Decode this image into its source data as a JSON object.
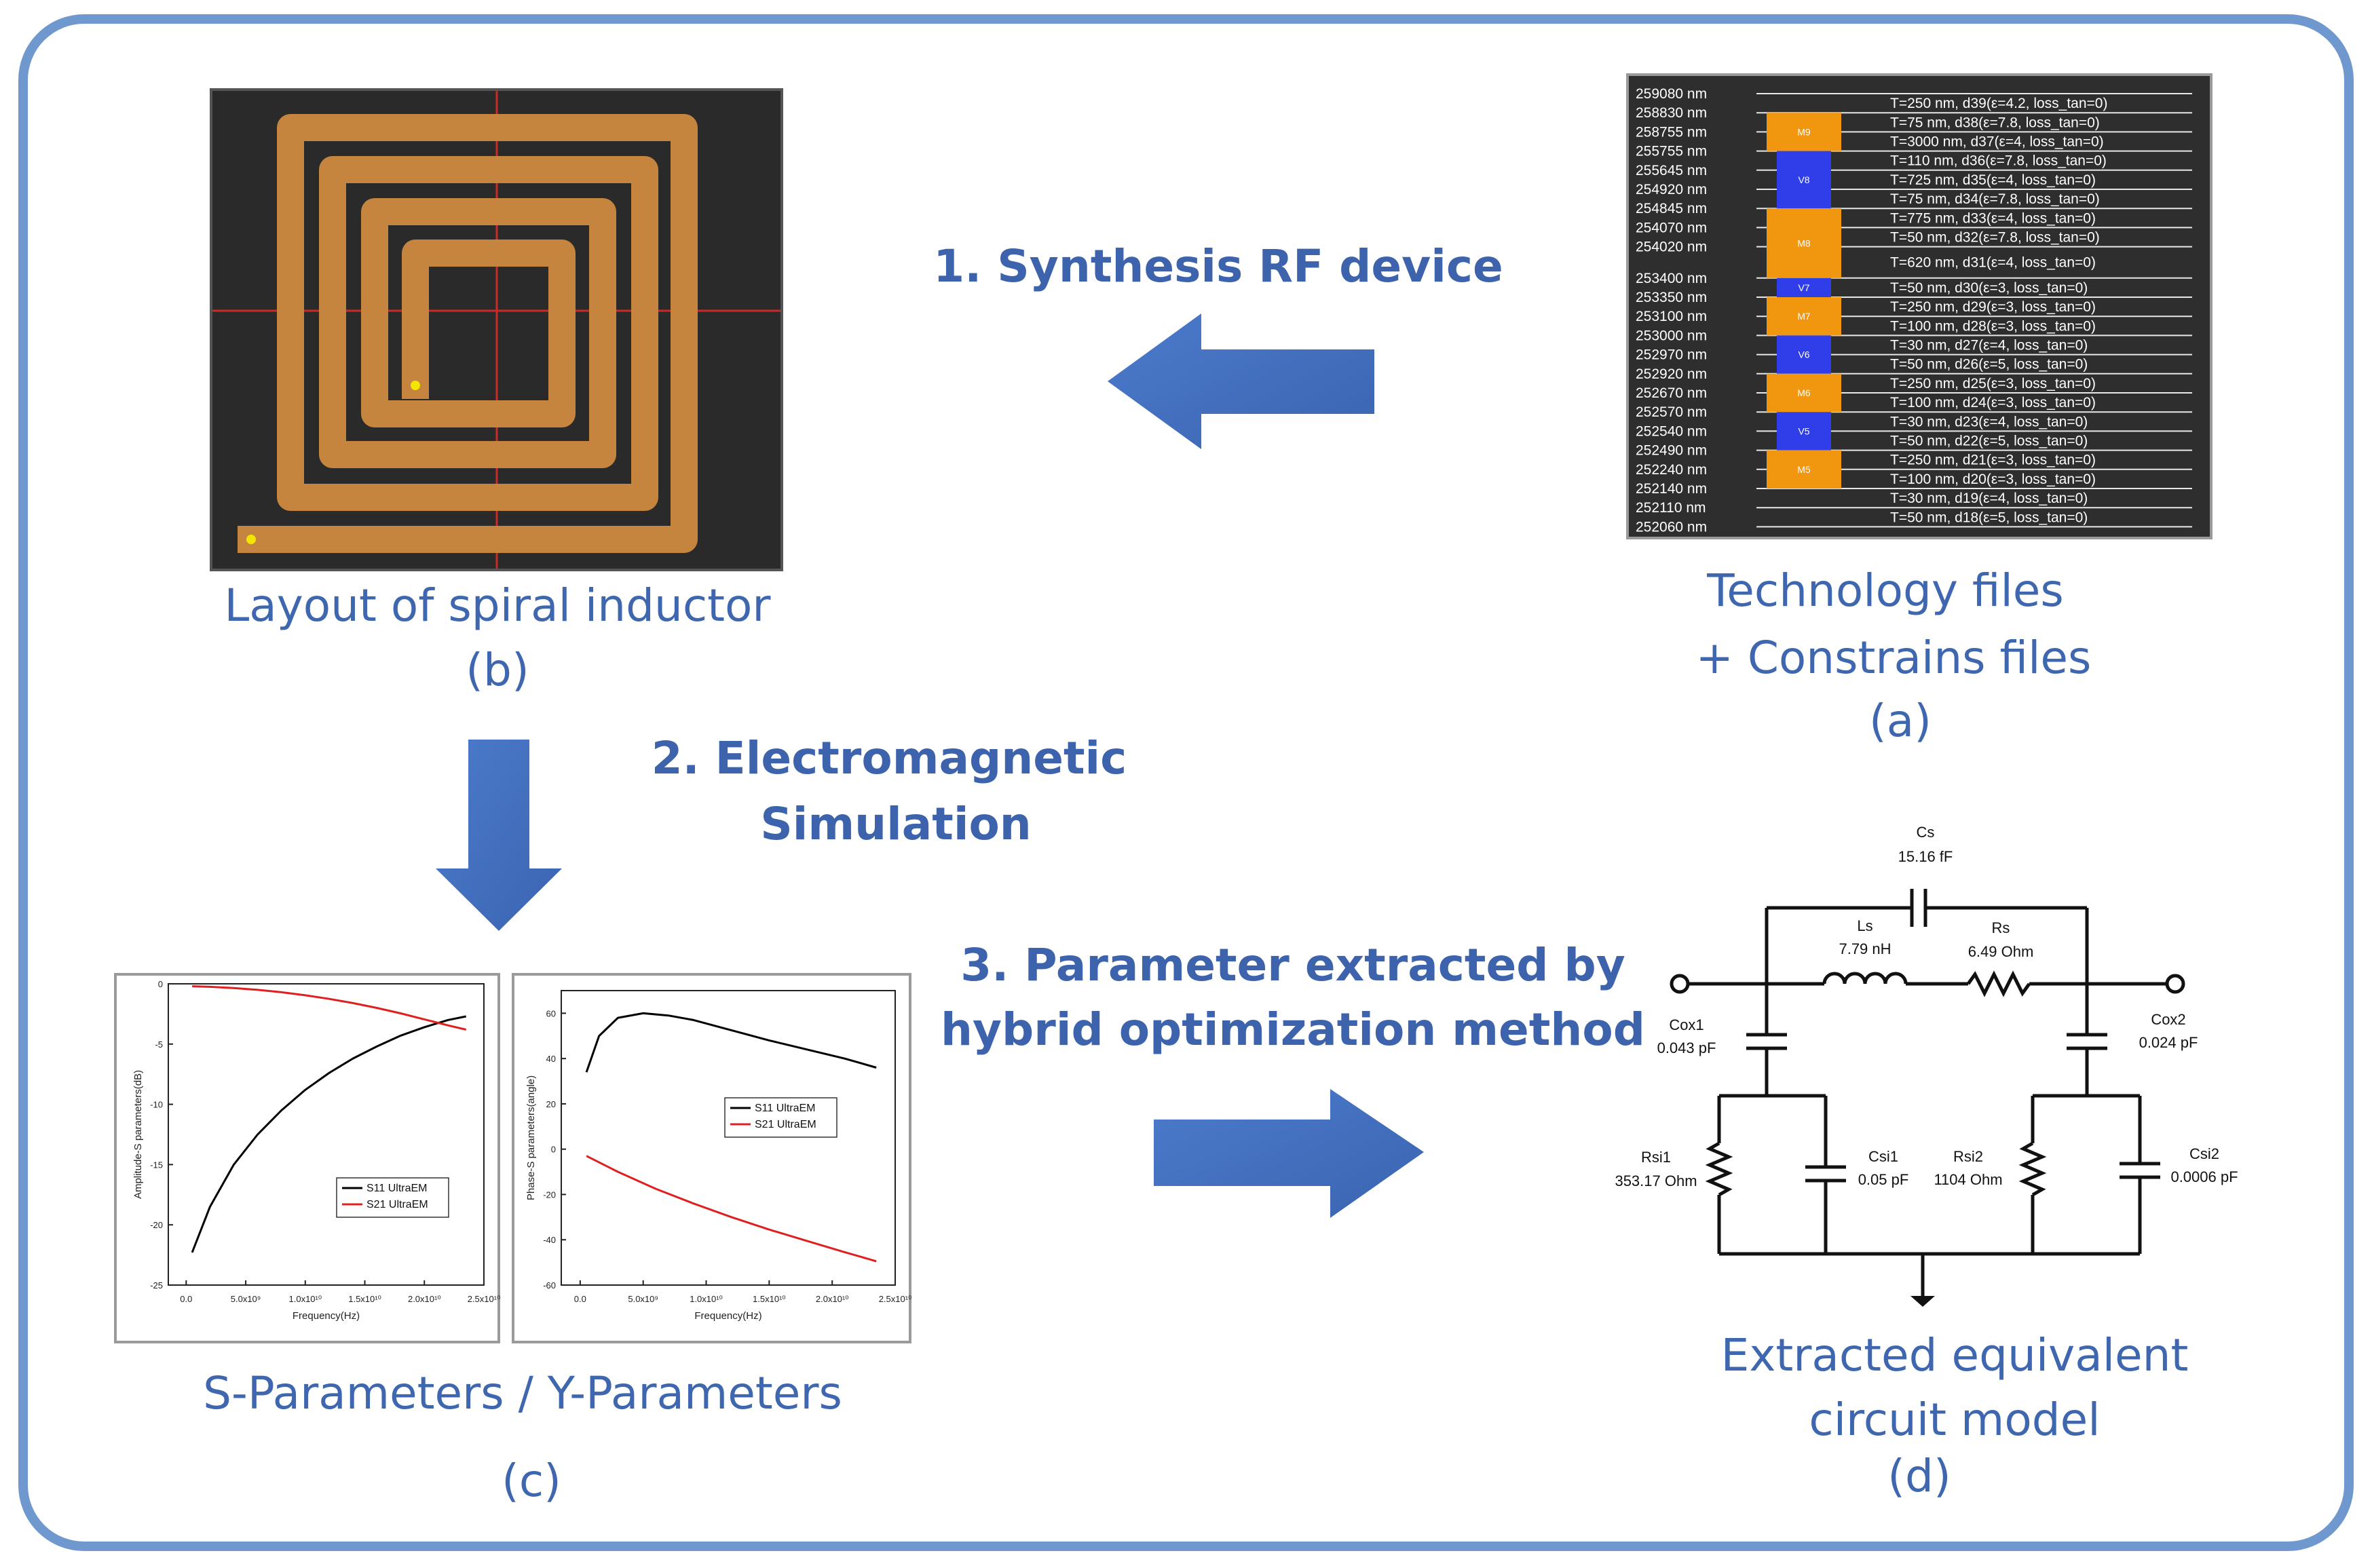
{
  "steps": {
    "synthesis": "1. Synthesis RF device",
    "em_line1": "2. Electromagnetic",
    "em_line2": "Simulation",
    "param_line1": "3. Parameter extracted by",
    "param_line2": "hybrid optimization method"
  },
  "captions": {
    "tech_line1": "Technology files",
    "tech_line2": "+ Constrains files",
    "tech_tag": "(a)",
    "layout_line1": "Layout of spiral inductor",
    "layout_tag": "(b)",
    "params_line1": "S-Parameters / Y-Parameters",
    "params_tag": "(c)",
    "circuit_line1": "Extracted equivalent",
    "circuit_line2": "circuit model",
    "circuit_tag": "(d)"
  },
  "colors": {
    "frame": "#6f98cf",
    "arrow": "#4472c4",
    "step_text": "#3d63ad",
    "metal": "#f0960f",
    "via": "#2f3ee8",
    "spiral": "#c5853f",
    "s11": "#000000",
    "s21": "#e02020"
  },
  "stack": {
    "levels": [
      "259080 nm",
      "258830 nm",
      "258755 nm",
      "255755 nm",
      "255645 nm",
      "254920 nm",
      "254845 nm",
      "254070 nm",
      "254020 nm",
      "253400 nm",
      "253350 nm",
      "253100 nm",
      "253000 nm",
      "252970 nm",
      "252920 nm",
      "252670 nm",
      "252570 nm",
      "252540 nm",
      "252490 nm",
      "252240 nm",
      "252140 nm",
      "252110 nm",
      "252060 nm"
    ],
    "layers": [
      "T=250 nm, d39(ε=4.2, loss_tan=0)",
      "T=75 nm, d38(ε=7.8, loss_tan=0)",
      "T=3000 nm, d37(ε=4, loss_tan=0)",
      "T=110 nm, d36(ε=7.8, loss_tan=0)",
      "T=725 nm, d35(ε=4, loss_tan=0)",
      "T=75 nm, d34(ε=7.8, loss_tan=0)",
      "T=775 nm, d33(ε=4, loss_tan=0)",
      "T=50 nm, d32(ε=7.8, loss_tan=0)",
      "T=620 nm, d31(ε=4, loss_tan=0)",
      "T=50 nm, d30(ε=3, loss_tan=0)",
      "T=250 nm, d29(ε=3, loss_tan=0)",
      "T=100 nm, d28(ε=3, loss_tan=0)",
      "T=30 nm, d27(ε=4, loss_tan=0)",
      "T=50 nm, d26(ε=5, loss_tan=0)",
      "T=250 nm, d25(ε=3, loss_tan=0)",
      "T=100 nm, d24(ε=3, loss_tan=0)",
      "T=30 nm, d23(ε=4, loss_tan=0)",
      "T=50 nm, d22(ε=5, loss_tan=0)",
      "T=250 nm, d21(ε=3, loss_tan=0)",
      "T=100 nm, d20(ε=3, loss_tan=0)",
      "T=30 nm, d19(ε=4, loss_tan=0)",
      "T=50 nm, d18(ε=5, loss_tan=0)"
    ],
    "blocks": [
      "M9",
      "V8",
      "M8",
      "V7",
      "M7",
      "V6",
      "M6",
      "V5",
      "M5"
    ]
  },
  "circuit": {
    "cs_name": "Cs",
    "cs_value": "15.16 fF",
    "ls_name": "Ls",
    "ls_value": "7.79 nH",
    "rs_name": "Rs",
    "rs_value": "6.49 Ohm",
    "cox1_name": "Cox1",
    "cox1_value": "0.043 pF",
    "cox2_name": "Cox2",
    "cox2_value": "0.024 pF",
    "rsi1_name": "Rsi1",
    "rsi1_value": "353.17 Ohm",
    "csi1_name": "Csi1",
    "csi1_value": "0.05 pF",
    "rsi2_name": "Rsi2",
    "rsi2_value": "1104 Ohm",
    "csi2_name": "Csi2",
    "csi2_value": "0.0006 pF"
  },
  "chart_data": [
    {
      "type": "line",
      "xlabel": "Frequency(Hz)",
      "ylabel": "Amplitude-S parameters(dB)",
      "xlim": [
        -1500000000.0,
        25000000000.0
      ],
      "ylim": [
        -25,
        0
      ],
      "xticks": [
        "0.0",
        "5.0x10⁹",
        "1.0x10¹⁰",
        "1.5x10¹⁰",
        "2.0x10¹⁰",
        "2.5x10¹⁰"
      ],
      "xtick_values": [
        0,
        5000000000.0,
        10000000000.0,
        15000000000.0,
        20000000000.0,
        25000000000.0
      ],
      "yticks": [
        "0",
        "-5",
        "-10",
        "-15",
        "-20",
        "-25"
      ],
      "ytick_values": [
        0,
        -5,
        -10,
        -15,
        -20,
        -25
      ],
      "legend_position": "bottom-right",
      "series": [
        {
          "name": "S11 UltraEM",
          "x": [
            500000000.0,
            2000000000.0,
            4000000000.0,
            6000000000.0,
            8000000000.0,
            10000000000.0,
            12000000000.0,
            14000000000.0,
            16000000000.0,
            18000000000.0,
            20000000000.0,
            22000000000.0,
            23500000000.0
          ],
          "y": [
            -22.3,
            -18.5,
            -15,
            -12.5,
            -10.5,
            -8.8,
            -7.4,
            -6.2,
            -5.2,
            -4.3,
            -3.6,
            -3.0,
            -2.7
          ]
        },
        {
          "name": "S21 UltraEM",
          "x": [
            500000000.0,
            2000000000.0,
            4000000000.0,
            6000000000.0,
            8000000000.0,
            10000000000.0,
            12000000000.0,
            14000000000.0,
            16000000000.0,
            18000000000.0,
            20000000000.0,
            22000000000.0,
            23500000000.0
          ],
          "y": [
            -0.2,
            -0.25,
            -0.35,
            -0.5,
            -0.7,
            -0.95,
            -1.25,
            -1.6,
            -2.0,
            -2.45,
            -2.95,
            -3.45,
            -3.8
          ]
        }
      ]
    },
    {
      "type": "line",
      "xlabel": "Frequency(Hz)",
      "ylabel": "Phase-S parameters(angle)",
      "xlim": [
        -1500000000.0,
        25000000000.0
      ],
      "ylim": [
        -60,
        70
      ],
      "xticks": [
        "0.0",
        "5.0x10⁹",
        "1.0x10¹⁰",
        "1.5x10¹⁰",
        "2.0x10¹⁰",
        "2.5x10¹⁰"
      ],
      "xtick_values": [
        0,
        5000000000.0,
        10000000000.0,
        15000000000.0,
        20000000000.0,
        25000000000.0
      ],
      "yticks": [
        "60",
        "40",
        "20",
        "0",
        "-20",
        "-40",
        "-60"
      ],
      "ytick_values": [
        60,
        40,
        20,
        0,
        -20,
        -40,
        -60
      ],
      "legend_position": "top-right",
      "series": [
        {
          "name": "S11 UltraEM",
          "x": [
            500000000.0,
            1500000000.0,
            3000000000.0,
            5000000000.0,
            7000000000.0,
            9000000000.0,
            12000000000.0,
            15000000000.0,
            18000000000.0,
            21000000000.0,
            23500000000.0
          ],
          "y": [
            34,
            50,
            58,
            60,
            59,
            57,
            52.5,
            48,
            44,
            40,
            36
          ]
        },
        {
          "name": "S21 UltraEM",
          "x": [
            500000000.0,
            3000000000.0,
            6000000000.0,
            9000000000.0,
            12000000000.0,
            15000000000.0,
            18000000000.0,
            21000000000.0,
            23500000000.0
          ],
          "y": [
            -3,
            -10,
            -17.5,
            -24,
            -30,
            -35.5,
            -40.5,
            -45.5,
            -49.5
          ]
        }
      ]
    }
  ]
}
